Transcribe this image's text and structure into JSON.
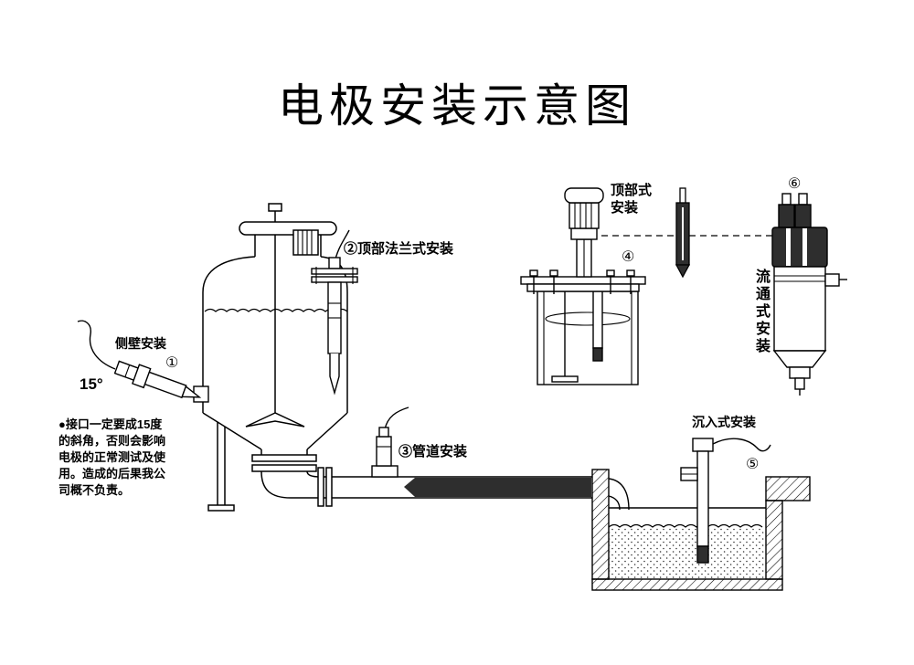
{
  "title": "电极安装示意图",
  "labels": {
    "top_flange": "②顶部法兰式安装",
    "side_wall": "侧壁安装",
    "side_wall_num": "①",
    "angle": "15°",
    "pipeline": "③管道安装",
    "top_mount": "顶部式\n安装",
    "top_mount_num": "④",
    "submersion": "沉入式安装",
    "submersion_num": "⑤",
    "flow_through": "流通式安装",
    "flow_through_num": "⑥",
    "warning": "●接口一定要成15度\n的斜角，否则会影响\n电极的正常测试及使\n用。造成的后果我公\n司概不负责。"
  },
  "colors": {
    "ink": "#000000",
    "background": "#ffffff",
    "dark_fill": "#2e2e2e"
  },
  "components": [
    "tank-vessel",
    "side-wall-electrode",
    "top-flange-electrode",
    "pipeline-electrode",
    "basin",
    "submersion-electrode",
    "top-mount-vessel",
    "electrode-probe",
    "flow-cell"
  ]
}
